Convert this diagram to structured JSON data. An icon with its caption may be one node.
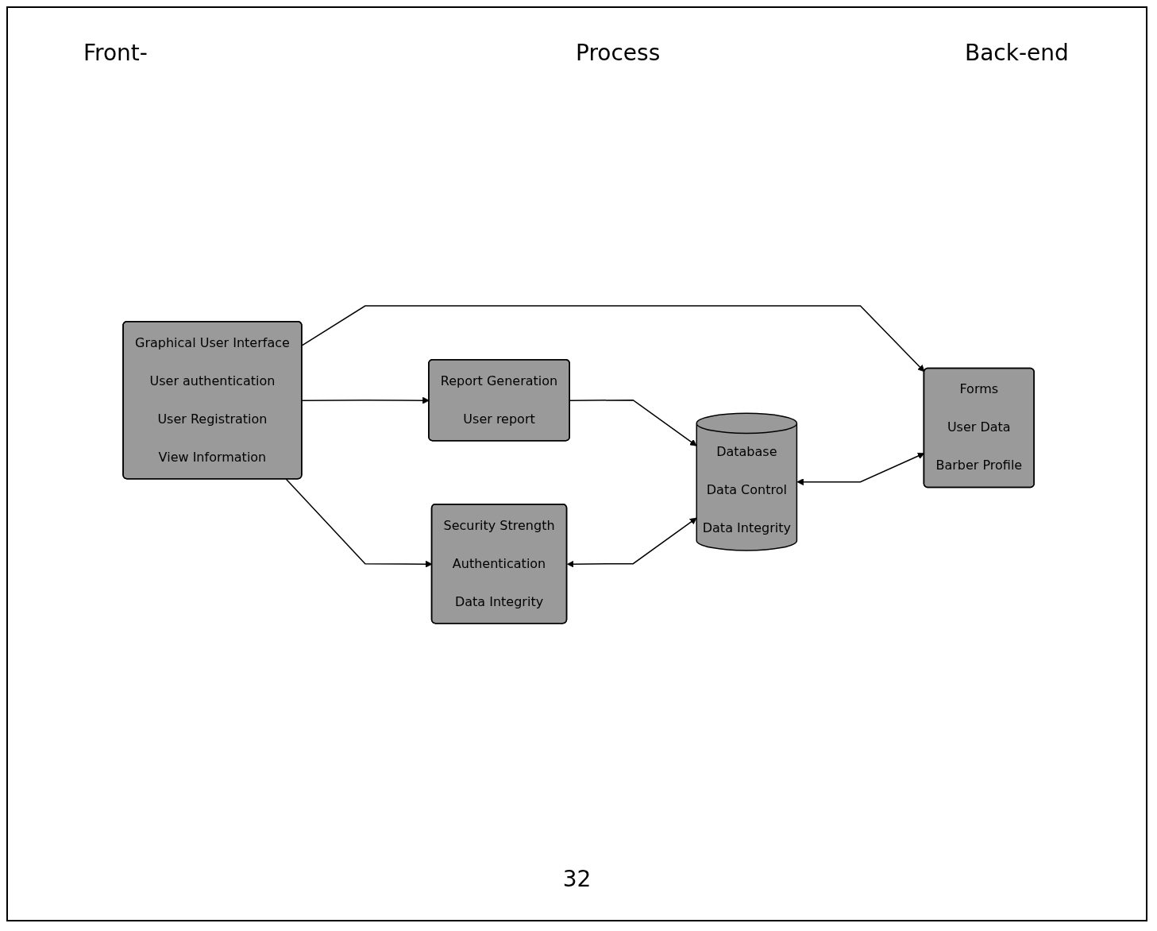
{
  "diagram": {
    "nodes": [
      {
        "text": [
          "Graphical User Interface",
          "User authentication",
          "User Registration",
          "View Information"
        ]
      },
      {
        "text": [
          "Report Generation",
          "User report"
        ]
      },
      {
        "text": [
          "Security Strength",
          "Authentication",
          "Data Integrity"
        ]
      },
      {
        "text": [
          "Forms",
          "User Data",
          "Barber Profile"
        ]
      },
      {
        "text": [
          "Database",
          "Data Control",
          "Data Integrity"
        ]
      }
    ],
    "edges": [
      {
        "from": 0,
        "to": 1,
        "arrow": "to"
      },
      {
        "from": 0,
        "to": 2,
        "arrow": "to"
      },
      {
        "from": 0,
        "to": 3,
        "arrow": "to"
      },
      {
        "from": 1,
        "to": 4,
        "arrow": "to"
      },
      {
        "from": 2,
        "to": 4,
        "arrow": "both"
      },
      {
        "from": 4,
        "to": 3,
        "arrow": "both"
      }
    ],
    "labels": [
      "Front-",
      "Process",
      "Back-end",
      "32"
    ]
  }
}
